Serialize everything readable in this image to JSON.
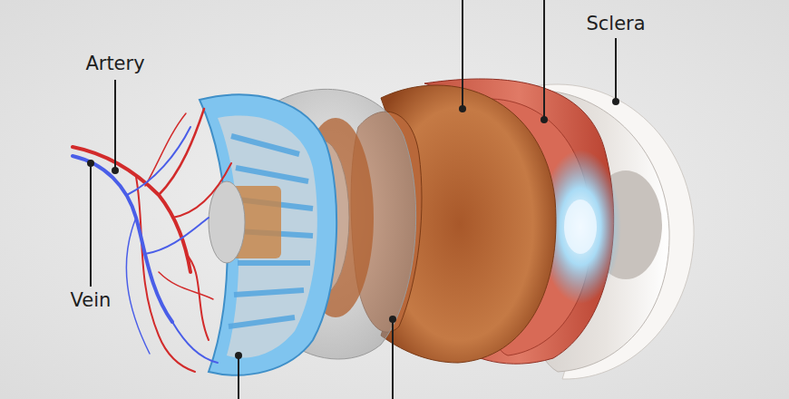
{
  "diagram": {
    "labels": [
      "Artery",
      "Vein",
      "Sclera"
    ]
  }
}
